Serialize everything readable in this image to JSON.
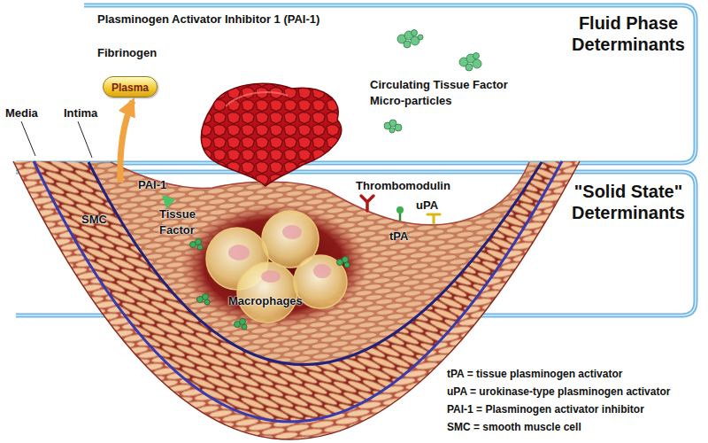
{
  "diagram": {
    "nodes": [
      {
        "text": [
          "Fluid Phase Determinants"
        ]
      },
      {
        "text": [
          "\"Solid State\" Determinants"
        ]
      },
      {
        "text": [
          "Plasma"
        ],
        "in": 0
      }
    ],
    "labels": [
      "Plasminogen Activator Inhibitor 1 (PAI-1)",
      "Fibrinogen",
      "Circulating Tissue Factor Micro-particles",
      "Media",
      "Intima",
      "PAI-1",
      "SMC",
      "Tissue Factor",
      "Thrombomodulin",
      "tPA",
      "uPA",
      "Macrophages",
      "tPA = tissue plasminogen activator",
      "uPA = urokinase-type plasminogen activator",
      "PAI-1 = Plasminogen activator inhibitor",
      "SMC = smooth muscle cell"
    ]
  }
}
